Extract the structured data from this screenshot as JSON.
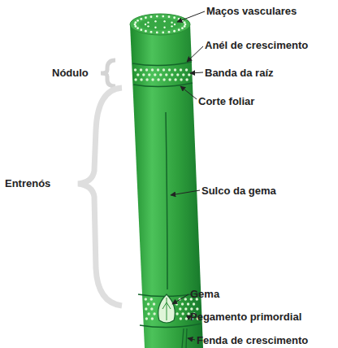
{
  "diagram": {
    "labels": [
      "Maços vasculares",
      "Anél de crescimento",
      "Nódulo",
      "Banda da raíz",
      "Corte foliar",
      "Entrenós",
      "Sulco da gema",
      "Gema",
      "Pegamento primordial",
      "Fenda de crescimento"
    ]
  }
}
